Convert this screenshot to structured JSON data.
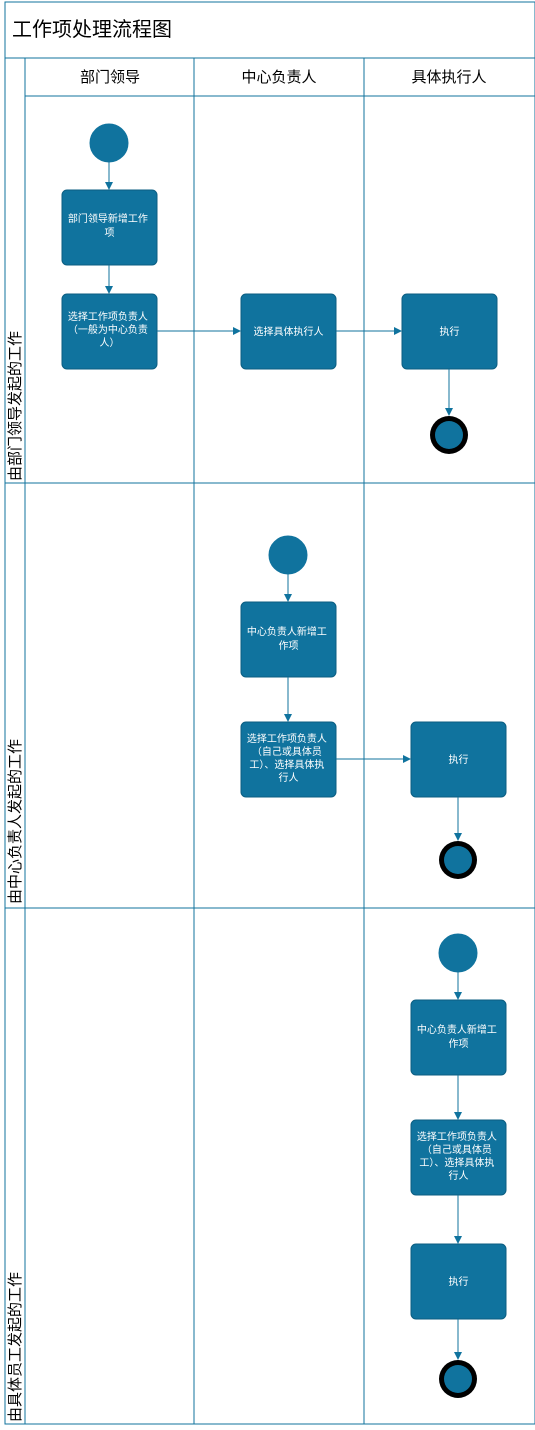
{
  "title": "工作项处理流程图",
  "columns": [
    "部门领导",
    "中心负责人",
    "具体执行人"
  ],
  "rows": [
    "由部门领导发起的工作",
    "由中心负责人发起的工作",
    "由具体员工发起的工作"
  ],
  "lane1": {
    "leader_add": [
      "部门领导新增工作",
      "项"
    ],
    "choose_owner": [
      "选择工作项负责人",
      "（一般为中心负责",
      "人）"
    ],
    "choose_executor": "选择具体执行人",
    "execute": "执行"
  },
  "lane2": {
    "center_add": [
      "中心负责人新增工",
      "作项"
    ],
    "choose_owner": [
      "选择工作项负责人",
      "（自己或具体员",
      "工）、选择具体执",
      "行人"
    ],
    "execute": "执行"
  },
  "lane3": {
    "center_add": [
      "中心负责人新增工",
      "作项"
    ],
    "choose_owner": [
      "选择工作项负责人",
      "（自己或具体员",
      "工）、选择具体执",
      "行人"
    ],
    "execute": "执行"
  },
  "colors": {
    "accent": "#10739e",
    "node_text": "#ffffff",
    "end_ring": "#000000"
  }
}
